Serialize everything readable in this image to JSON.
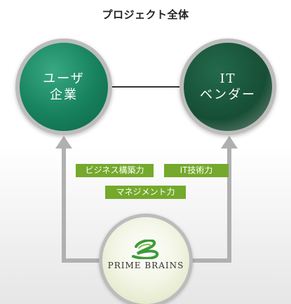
{
  "title": "プロジェクト全体",
  "user_company": {
    "line1": "ユーザ",
    "line2": "企業"
  },
  "it_vendor": {
    "line1": "IT",
    "line2": "ベンダー"
  },
  "skills": [
    "ビジネス構築力",
    "IT技術力",
    "マネジメント力"
  ],
  "brand": {
    "name": "PRIME BRAINS",
    "logo_icon": "double-swoosh-logo"
  },
  "colors": {
    "user_circle": "#17805d",
    "vendor_circle": "#164e35",
    "skill_tag": "#74a92c",
    "arrow": "#b0b0b0"
  }
}
